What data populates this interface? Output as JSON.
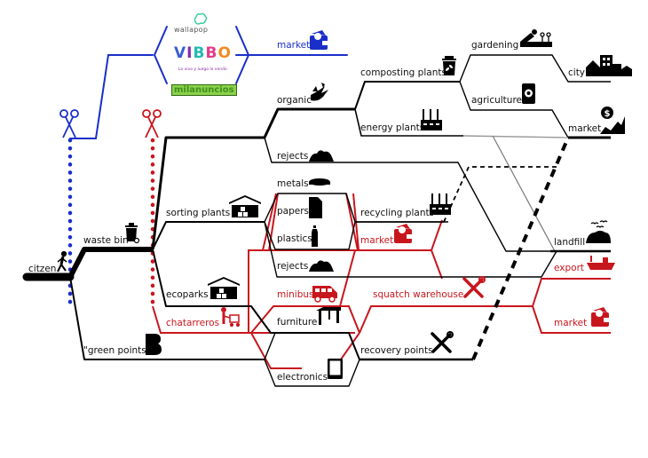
{
  "colors": {
    "main": "#000000",
    "red": "#c8161d",
    "blue": "#1a2fc9",
    "grey": "#777777",
    "wallapop_green": "#3ccf9c",
    "milanuncios_green": "#8bd14a"
  },
  "brands": {
    "wallapop": "wallapop",
    "vibbo": [
      "V",
      "I",
      "B",
      "B",
      "O"
    ],
    "vibbo_tagline": "Lo vivo y luego lo vendo",
    "milanuncios": "milanuncios"
  },
  "nodes": {
    "citizen": "citzen",
    "waste_bin": "waste bin",
    "green_points": "\"green points\"",
    "sorting_plants": "sorting plants",
    "ecoparks": "ecoparks",
    "chatarreros": "chatarreros",
    "organic": "organic",
    "rejects_top": "rejects",
    "metals": "metals",
    "papers": "papers",
    "plastics": "plastics",
    "rejects_mid": "rejects",
    "minibus": "minibus",
    "furniture": "furniture",
    "electronics": "electronics",
    "composting_plants": "composting plants",
    "energy_plants": "energy plants",
    "recycling_plants": "recycling plants",
    "market_red_mid": "market",
    "squatch_warehouse": "squatch warehouse",
    "recovery_points": "recovery points",
    "gardening": "gardening",
    "agriculture": "agriculture",
    "city": "city",
    "market_black": "market",
    "landfill": "landfill",
    "export": "export",
    "market_red_right": "market",
    "market_blue": "market"
  },
  "legend_icons": [
    "walking-person-icon",
    "trash-bin-icon",
    "scissors-icon",
    "warehouse-icon",
    "shopping-cart-person-icon",
    "b-logo-icon",
    "fruit-peel-icon",
    "rubble-pile-icon",
    "bottle-cap-icon",
    "document-icon",
    "bottle-icon",
    "minibus-icon",
    "table-icon",
    "tablet-icon",
    "compost-bin-icon",
    "factory-icon",
    "wallet-icon",
    "tools-icon",
    "gardener-icon",
    "fertilizer-bag-icon",
    "city-icon",
    "money-chart-icon",
    "landfill-birds-icon",
    "ship-icon"
  ]
}
